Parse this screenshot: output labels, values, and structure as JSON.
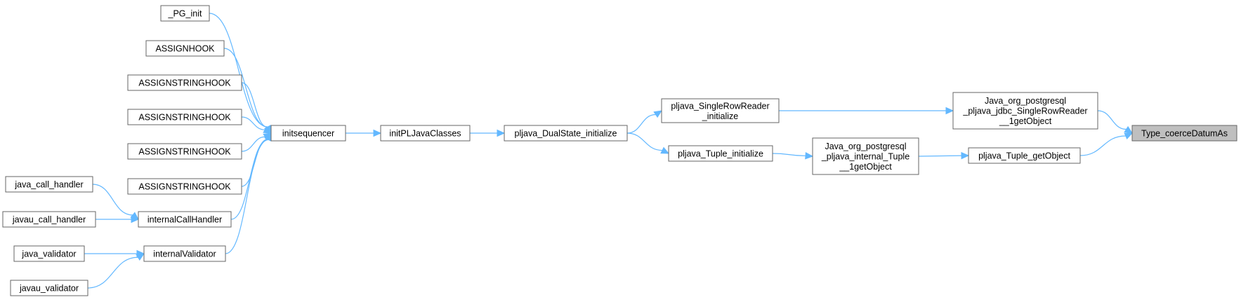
{
  "graph": {
    "nodes": [
      {
        "id": "pg_init",
        "lines": [
          "_PG_init"
        ]
      },
      {
        "id": "assignhook",
        "lines": [
          "ASSIGNHOOK"
        ]
      },
      {
        "id": "assignstringhook_1",
        "lines": [
          "ASSIGNSTRINGHOOK"
        ]
      },
      {
        "id": "assignstringhook_2",
        "lines": [
          "ASSIGNSTRINGHOOK"
        ]
      },
      {
        "id": "assignstringhook_3",
        "lines": [
          "ASSIGNSTRINGHOOK"
        ]
      },
      {
        "id": "assignstringhook_4",
        "lines": [
          "ASSIGNSTRINGHOOK"
        ]
      },
      {
        "id": "java_call_handler",
        "lines": [
          "java_call_handler"
        ]
      },
      {
        "id": "javau_call_handler",
        "lines": [
          "javau_call_handler"
        ]
      },
      {
        "id": "java_validator",
        "lines": [
          "java_validator"
        ]
      },
      {
        "id": "javau_validator",
        "lines": [
          "javau_validator"
        ]
      },
      {
        "id": "internalcallhandler",
        "lines": [
          "internalCallHandler"
        ]
      },
      {
        "id": "internalvalidator",
        "lines": [
          "internalValidator"
        ]
      },
      {
        "id": "initsequencer",
        "lines": [
          "initsequencer"
        ]
      },
      {
        "id": "initpljavaclasses",
        "lines": [
          "initPLJavaClasses"
        ]
      },
      {
        "id": "dualstate_initialize",
        "lines": [
          "pljava_DualState_initialize"
        ]
      },
      {
        "id": "singlerowreader_initialize",
        "lines": [
          "pljava_SingleRowReader",
          "_initialize"
        ]
      },
      {
        "id": "tuple_initialize",
        "lines": [
          "pljava_Tuple_initialize"
        ]
      },
      {
        "id": "jdbc_singlerowreader_getobject",
        "lines": [
          "Java_org_postgresql",
          "_pljava_jdbc_SingleRowReader",
          "__1getObject"
        ]
      },
      {
        "id": "internal_tuple_getobject",
        "lines": [
          "Java_org_postgresql",
          "_pljava_internal_Tuple",
          "__1getObject"
        ]
      },
      {
        "id": "tuple_getobject",
        "lines": [
          "pljava_Tuple_getObject"
        ]
      },
      {
        "id": "type_coercedatumas",
        "lines": [
          "Type_coerceDatumAs"
        ]
      }
    ],
    "edges": [
      {
        "from": "pg_init",
        "to": "initsequencer"
      },
      {
        "from": "assignhook",
        "to": "initsequencer"
      },
      {
        "from": "assignstringhook_1",
        "to": "initsequencer"
      },
      {
        "from": "assignstringhook_2",
        "to": "initsequencer"
      },
      {
        "from": "assignstringhook_3",
        "to": "initsequencer"
      },
      {
        "from": "assignstringhook_4",
        "to": "initsequencer"
      },
      {
        "from": "java_call_handler",
        "to": "internalcallhandler"
      },
      {
        "from": "javau_call_handler",
        "to": "internalcallhandler"
      },
      {
        "from": "internalcallhandler",
        "to": "initsequencer"
      },
      {
        "from": "java_validator",
        "to": "internalvalidator"
      },
      {
        "from": "javau_validator",
        "to": "internalvalidator"
      },
      {
        "from": "internalvalidator",
        "to": "initsequencer"
      },
      {
        "from": "initsequencer",
        "to": "initpljavaclasses"
      },
      {
        "from": "initpljavaclasses",
        "to": "dualstate_initialize"
      },
      {
        "from": "dualstate_initialize",
        "to": "singlerowreader_initialize"
      },
      {
        "from": "dualstate_initialize",
        "to": "tuple_initialize"
      },
      {
        "from": "singlerowreader_initialize",
        "to": "jdbc_singlerowreader_getobject"
      },
      {
        "from": "tuple_initialize",
        "to": "internal_tuple_getobject"
      },
      {
        "from": "internal_tuple_getobject",
        "to": "tuple_getobject"
      },
      {
        "from": "jdbc_singlerowreader_getobject",
        "to": "type_coercedatumas"
      },
      {
        "from": "tuple_getobject",
        "to": "type_coercedatumas"
      }
    ],
    "colors": {
      "edge": "#63b8ff",
      "node_border": "#666666",
      "node_fill": "#ffffff",
      "target_fill": "#bfbfbf",
      "text": "#000000"
    }
  }
}
